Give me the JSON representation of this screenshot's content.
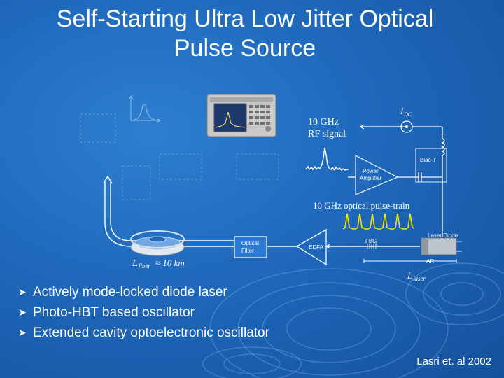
{
  "title": {
    "line1": "Self-Starting Ultra Low Jitter Optical",
    "line2": "Pulse Source"
  },
  "diagram": {
    "rf_signal_line1": "10 GHz",
    "rf_signal_line2": "RF signal",
    "idc_label": "I",
    "idc_sub": "DC",
    "bias_t_label": "Bias-T",
    "power_amp_line1": "Power",
    "power_amp_line2": "Amplifier",
    "optical_pulse_train": "10 GHz optical pulse-train",
    "laser_diode_label": "Laser Diode",
    "fbg_label": "FBG",
    "edfa_label": "EDFA",
    "optical_filter_line1": "Optical",
    "optical_filter_line2": "Filter",
    "ar_label": "AR",
    "l_fiber_main": "L",
    "l_fiber_sub": "fiber",
    "l_fiber_value": "≈ 10 km",
    "l_laser_main": "L",
    "l_laser_sub": "laser"
  },
  "bullets": [
    "Actively mode-locked diode laser",
    "Photo-HBT based oscillator",
    "Extended cavity optoelectronic oscillator"
  ],
  "citation": "Lasri et. al 2002",
  "colors": {
    "background": "#1f68bb",
    "line": "#ffffff",
    "pulse_yellow": "#f5e400",
    "rf_white": "#ffffff"
  }
}
